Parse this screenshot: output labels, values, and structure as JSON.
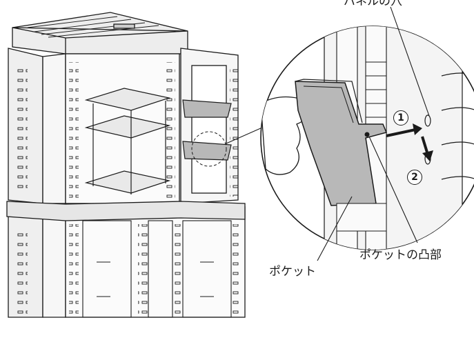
{
  "labels": {
    "hole_label": "パネルの穴",
    "pocket_protrusion_label": "ポケットの凸部",
    "pocket_label": "ポケット"
  },
  "steps": [
    "1",
    "2"
  ],
  "colors": {
    "line": "#1a1a1a",
    "panel": "#f2f2f2",
    "pocket_fill": "#b8b8b8",
    "arrow": "#1a1a1a"
  }
}
